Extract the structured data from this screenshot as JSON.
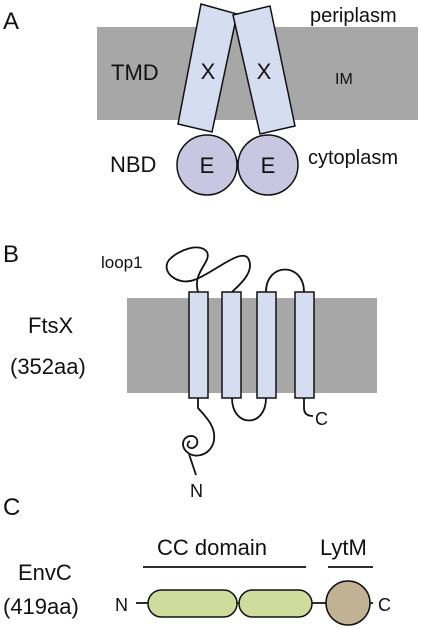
{
  "panels": {
    "a": {
      "letter": "A",
      "periplasm": "periplasm",
      "cytoplasm": "cytoplasm",
      "tmd": "TMD",
      "im": "IM",
      "nbd": "NBD",
      "tm_subunit": "X",
      "nbd_subunit": "E"
    },
    "b": {
      "letter": "B",
      "loop": "loop1",
      "protein_name": "FtsX",
      "protein_length": "(352aa)",
      "n_term": "N",
      "c_term": "C"
    },
    "c": {
      "letter": "C",
      "domain1": "CC domain",
      "domain2": "LytM",
      "protein_name": "EnvC",
      "protein_length": "(419aa)",
      "n_term": "N",
      "c_term": "C"
    }
  },
  "colors": {
    "membrane": "#a7a7a7",
    "tm_helix": "#d5ddf0",
    "nbd": "#c8c6e0",
    "cc_domain": "#cfdc9c",
    "lytm": "#c1b294",
    "stroke": "#111111"
  }
}
